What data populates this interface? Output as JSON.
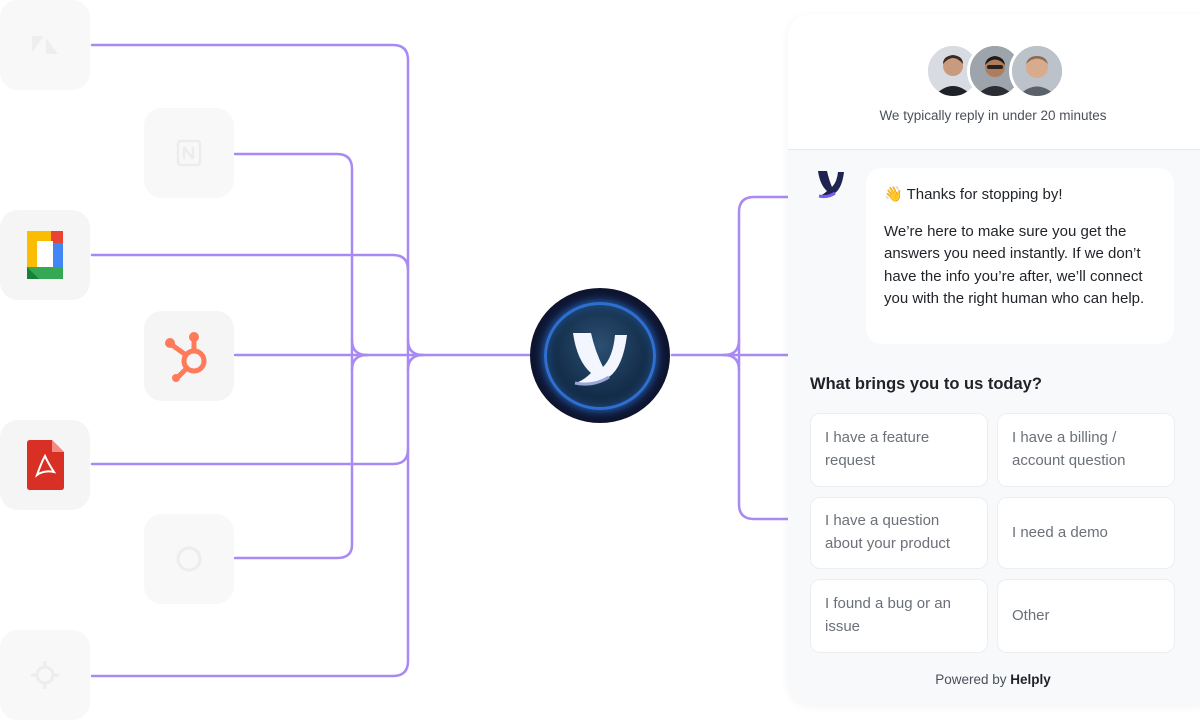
{
  "integrations": {
    "items": [
      {
        "name": "zendesk-icon",
        "faded": true
      },
      {
        "name": "notion-icon",
        "faded": true
      },
      {
        "name": "google-docs-icon",
        "faded": false
      },
      {
        "name": "hubspot-icon",
        "faded": false,
        "color": "#ff7a59"
      },
      {
        "name": "pdf-icon",
        "faded": false,
        "color": "#d93025"
      },
      {
        "name": "openai-icon",
        "faded": true
      },
      {
        "name": "settings-icon",
        "faded": true
      }
    ],
    "line_color": "#a98af5"
  },
  "hub": {
    "logo": "helply-logo",
    "ring_color": "#2f6fd0"
  },
  "chat": {
    "reply_time": "We typically reply in under 20 minutes",
    "greeting": "👋 Thanks for stopping by!",
    "message": "We’re here to make sure you get the answers you need instantly. If we don’t have the info you’re after, we’ll connect you with the right human who can help.",
    "question": "What brings you to us today?",
    "options": [
      "I have a feature request",
      "I have a billing / account question",
      "I have a question about your product",
      "I need a demo",
      "I found a bug or an issue",
      "Other"
    ],
    "powered_prefix": "Powered by",
    "powered_brand": "Helply",
    "brand_color": "#1e2350",
    "accent_color": "#7c5cf0"
  }
}
